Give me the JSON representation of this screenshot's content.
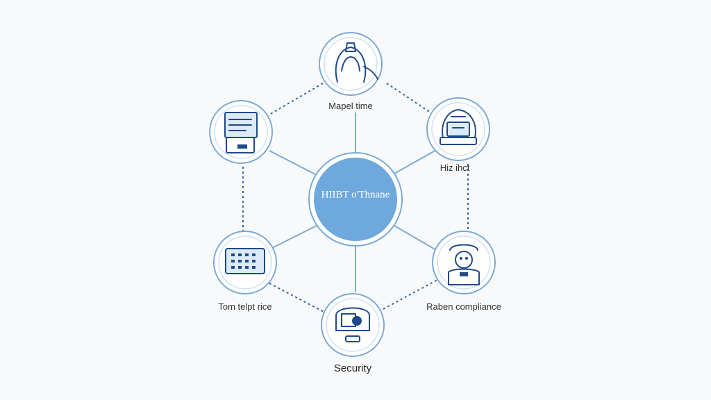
{
  "center": {
    "label": "HIIBT o'Thnane"
  },
  "nodes": [
    {
      "id": "top",
      "label": "Mapel time",
      "icon": "person-icon"
    },
    {
      "id": "upper-left",
      "label": "",
      "icon": "document-icon"
    },
    {
      "id": "upper-right",
      "label": "Hiz ihct",
      "icon": "machine-icon"
    },
    {
      "id": "lower-left",
      "label": "Tom telpt rice",
      "icon": "grid-table-icon"
    },
    {
      "id": "lower-right",
      "label": "Raben compliance",
      "icon": "inspector-icon"
    },
    {
      "id": "bottom",
      "label": "Security",
      "icon": "monitor-icon"
    }
  ],
  "colors": {
    "accent": "#6ea8dc",
    "ring": "#7aaad6",
    "dash": "#2f63a8",
    "icon": "#1f4a8a",
    "background": "#f7f9fb"
  }
}
